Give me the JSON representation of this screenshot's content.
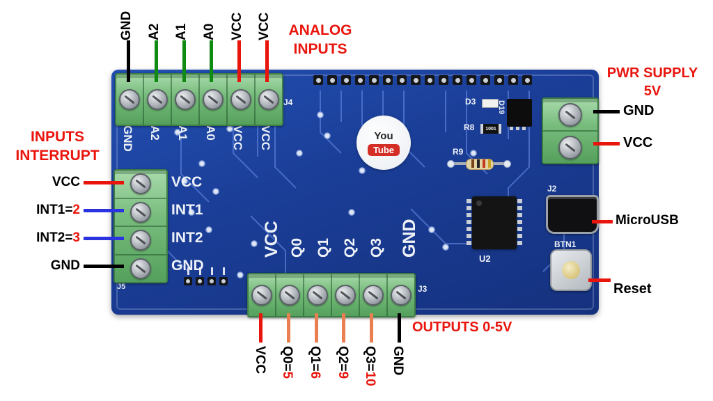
{
  "annotations": {
    "analog_inputs": [
      "ANALOG",
      "INPUTS"
    ],
    "pwr_supply": [
      "PWR SUPPLY",
      "5V"
    ],
    "inputs_interrupt": [
      "INPUTS",
      "INTERRUPT"
    ],
    "outputs": "OUTPUTS 0-5V",
    "microusb": "MicroUSB",
    "reset": "Reset",
    "accent_red": "#e9150d",
    "top_pins": [
      {
        "label": "GND",
        "line_color": "#000000"
      },
      {
        "label": "A2",
        "line_color": "#0f8a12"
      },
      {
        "label": "A1",
        "line_color": "#0f8a12"
      },
      {
        "label": "A0",
        "line_color": "#0f8a12"
      },
      {
        "label": "VCC",
        "line_color": "#e9150d"
      },
      {
        "label": "VCC",
        "line_color": "#e9150d"
      }
    ],
    "left_pins": [
      {
        "label": "VCC",
        "num": "",
        "line_color": "#e9150d"
      },
      {
        "label": "INT1=",
        "num": "2",
        "line_color": "#2b32e0"
      },
      {
        "label": "INT2=",
        "num": "3",
        "line_color": "#2b32e0"
      },
      {
        "label": "GND",
        "num": "",
        "line_color": "#000000"
      }
    ],
    "right_pins": [
      {
        "label": "GND",
        "line_color": "#000000"
      },
      {
        "label": "VCC",
        "line_color": "#e9150d"
      }
    ],
    "bottom_pins": [
      {
        "label": "VCC",
        "num": "",
        "line_color": "#e9150d"
      },
      {
        "label": "Q0=",
        "num": "5",
        "line_color": "#ea7f52"
      },
      {
        "label": "Q1=",
        "num": "6",
        "line_color": "#ea7f52"
      },
      {
        "label": "Q2=",
        "num": "9",
        "line_color": "#ea7f52"
      },
      {
        "label": "Q3=",
        "num": "10",
        "line_color": "#ea7f52"
      },
      {
        "label": "GND",
        "num": "",
        "line_color": "#000000"
      }
    ]
  },
  "board": {
    "color": "#1a3d96",
    "silk": {
      "j4": "J4",
      "j3": "J3",
      "j5": "J5",
      "j2": "J2",
      "u2": "U2",
      "btn1": "BTN1",
      "d3": "D3",
      "r8": "R8",
      "r8_value": "1001",
      "d19": "D19",
      "r9": "R9",
      "top_row": [
        "GND",
        "A2",
        "A1",
        "A0",
        "VCC",
        "VCC"
      ],
      "left_block": [
        "VCC",
        "INT1",
        "INT2",
        "GND"
      ],
      "bottom_row": [
        "VCC",
        "Q0",
        "Q1",
        "Q2",
        "Q3",
        "GND"
      ]
    },
    "logo": {
      "top": "You",
      "bottom": "Tube"
    }
  }
}
